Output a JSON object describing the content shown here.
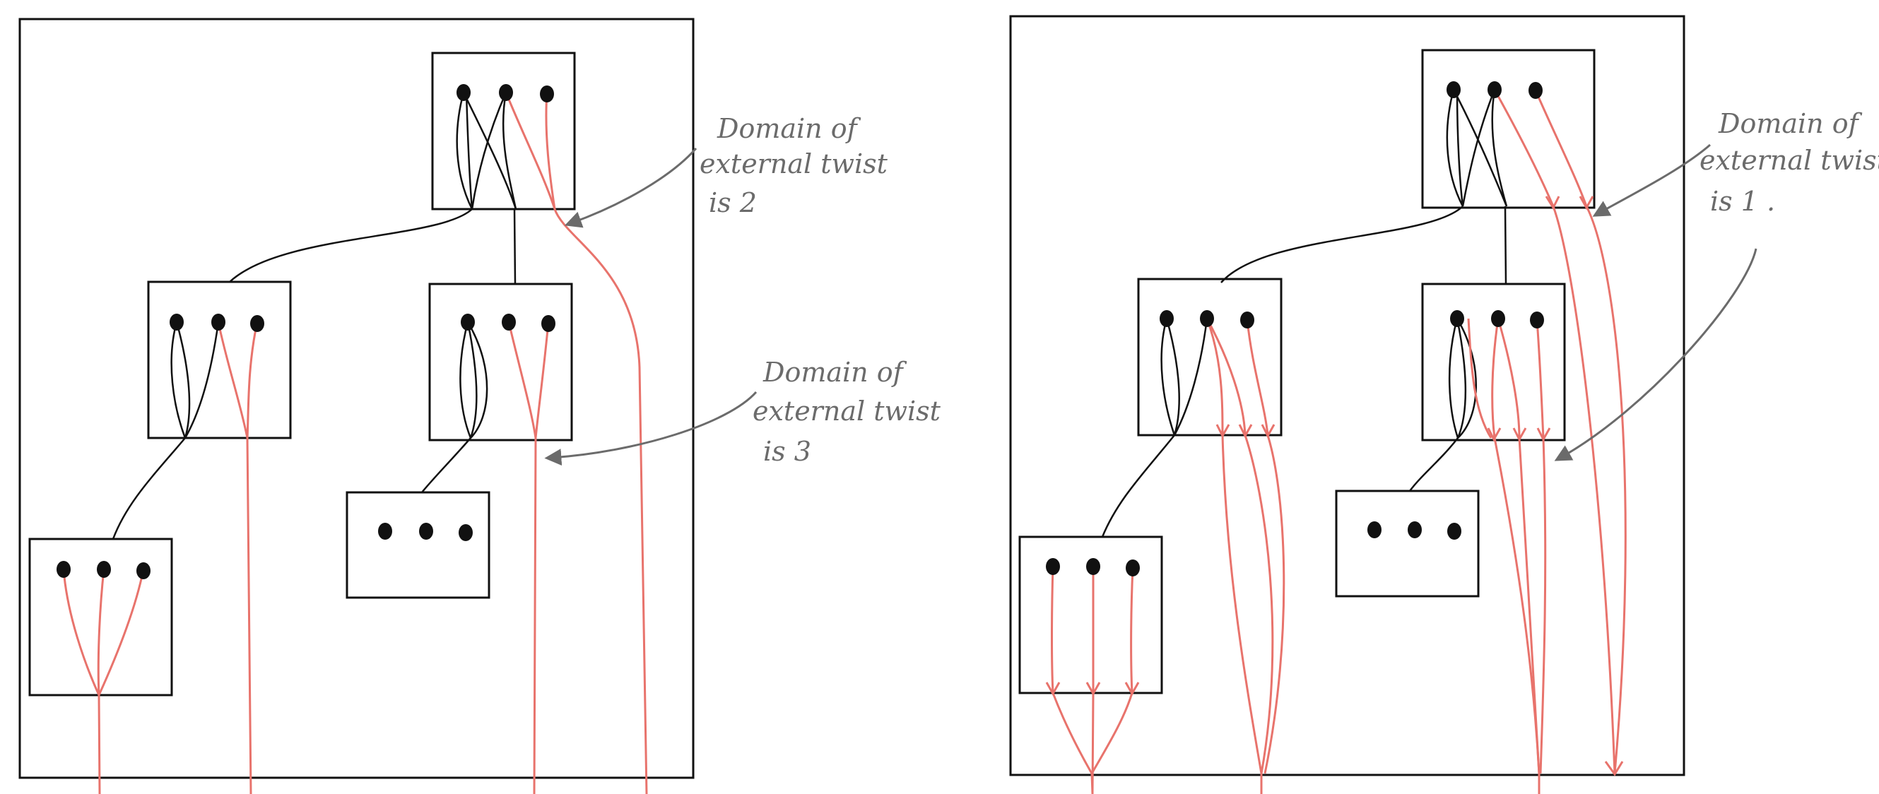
{
  "colors": {
    "ink": "#111111",
    "red": "#e8736c",
    "note": "#6b6b6b",
    "background": "#ffffff"
  },
  "left_panel": {
    "note_a": {
      "line1": "Domain of",
      "line2": "external twist",
      "line3": "is 2"
    },
    "note_b": {
      "line1": "Domain of",
      "line2": "external twist",
      "line3": "is 3"
    }
  },
  "right_panel": {
    "note": {
      "line1": "Domain of",
      "line2": "external twists",
      "line3": "is 1 ."
    }
  }
}
